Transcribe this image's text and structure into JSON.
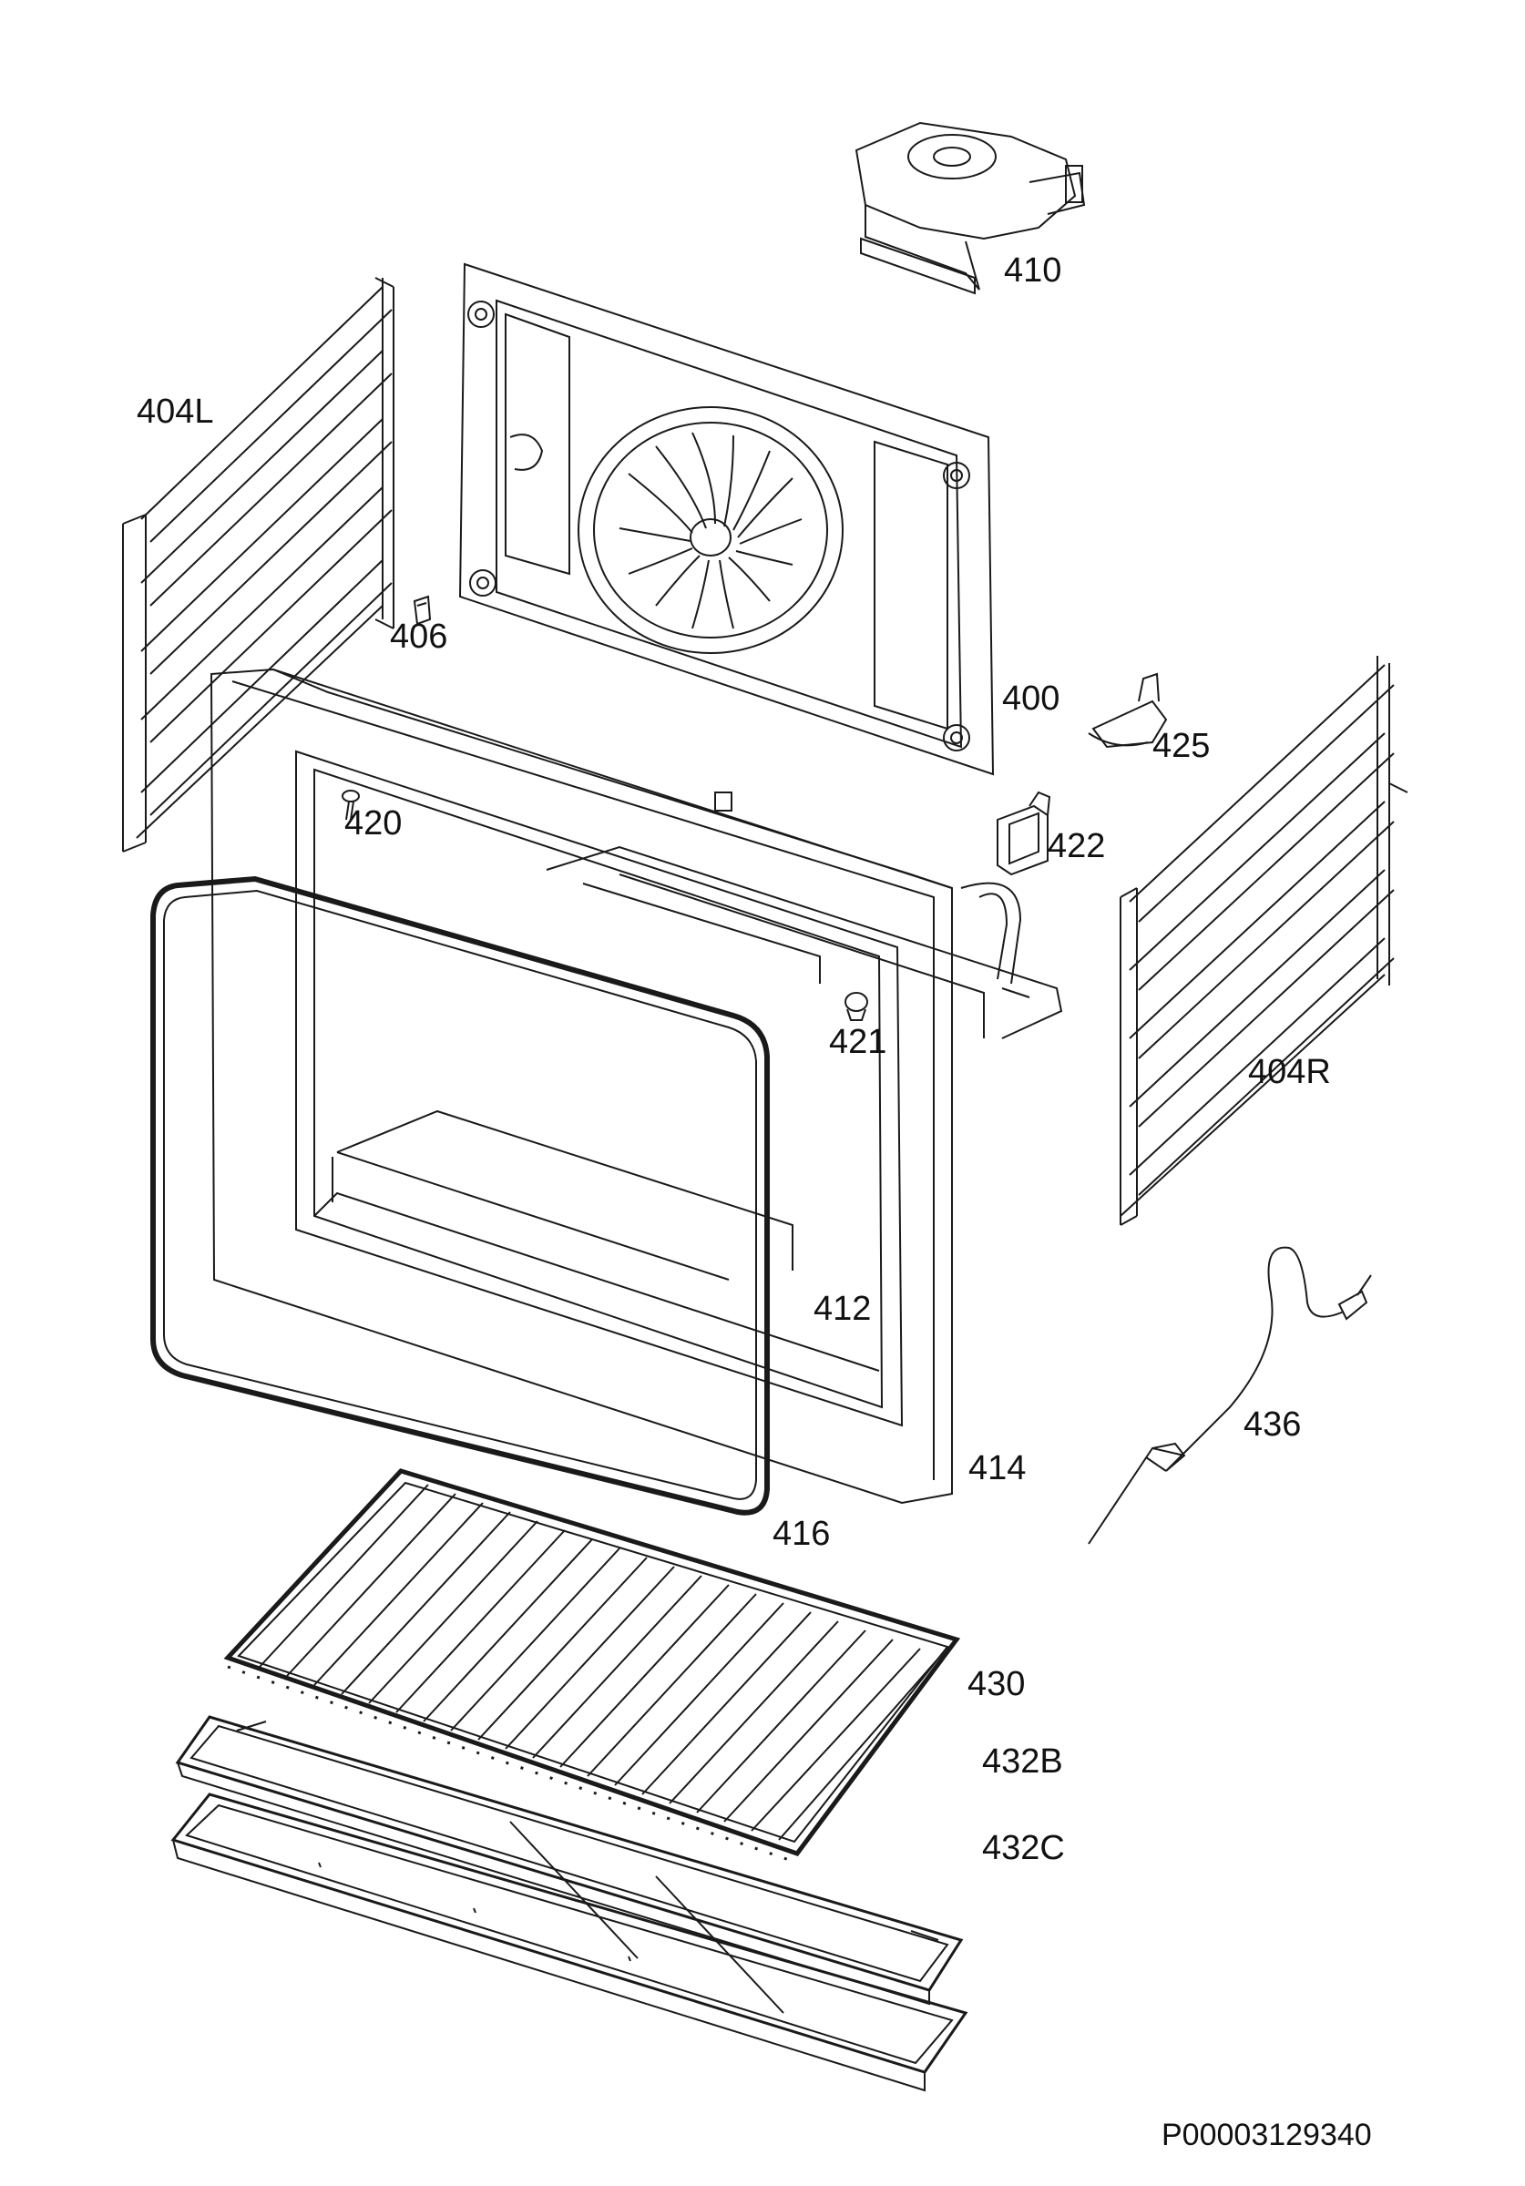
{
  "labels": {
    "p410": "410",
    "p404L": "404L",
    "p406": "406",
    "p400": "400",
    "p425": "425",
    "p420": "420",
    "p422": "422",
    "p421": "421",
    "p404R": "404R",
    "p412": "412",
    "p436": "436",
    "p414": "414",
    "p416": "416",
    "p430": "430",
    "p432B": "432B",
    "p432C": "432C"
  },
  "document_code": "P00003129340",
  "colors": {
    "line": "#1a1a1a",
    "background": "#ffffff"
  }
}
